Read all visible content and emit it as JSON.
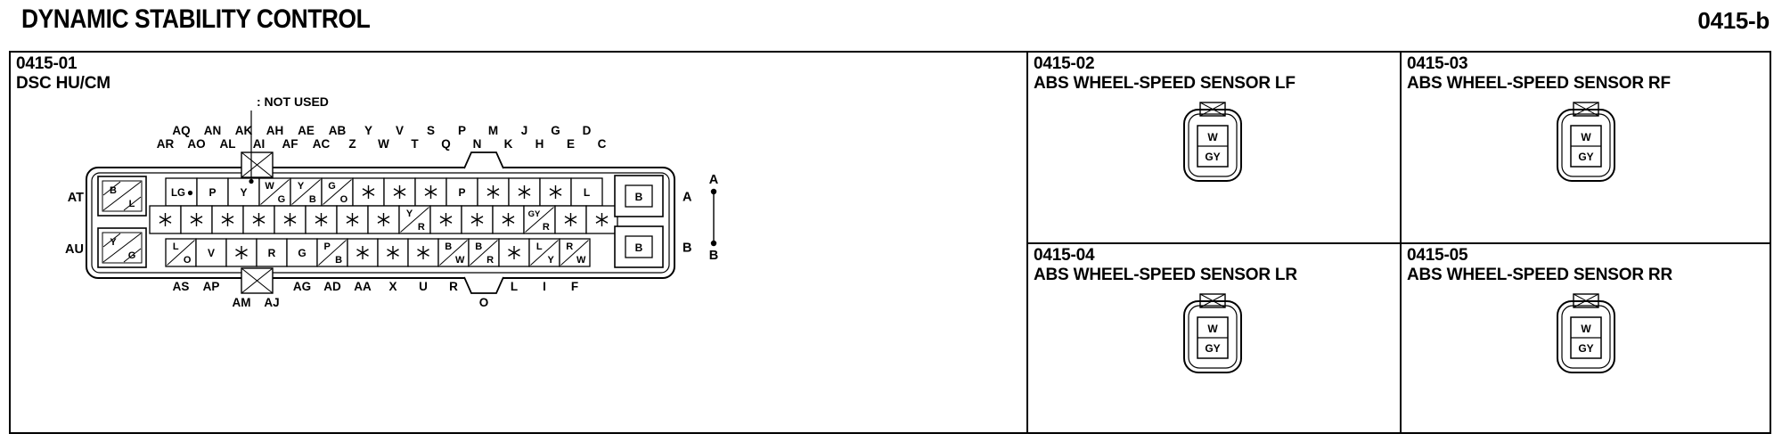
{
  "page": {
    "title": "DYNAMIC STABILITY CONTROL",
    "code": "0415-b"
  },
  "ink_color": "#000000",
  "paper_color": "#ffffff",
  "panels": {
    "dsc": {
      "code": "0415-01",
      "name": "DSC HU/CM"
    },
    "sensors": [
      {
        "code": "0415-02",
        "name": "ABS WHEEL-SPEED SENSOR LF",
        "pins": [
          "W",
          "GY"
        ]
      },
      {
        "code": "0415-03",
        "name": "ABS WHEEL-SPEED SENSOR RF",
        "pins": [
          "W",
          "GY"
        ]
      },
      {
        "code": "0415-04",
        "name": "ABS WHEEL-SPEED SENSOR LR",
        "pins": [
          "W",
          "GY"
        ]
      },
      {
        "code": "0415-05",
        "name": "ABS WHEEL-SPEED SENSOR RR",
        "pins": [
          "W",
          "GY"
        ]
      }
    ]
  },
  "connector": {
    "legend": ": NOT USED",
    "top_labels": [
      "AR",
      "AQ",
      "AO",
      "AN",
      "AL",
      "AK",
      "AI",
      "AH",
      "AF",
      "AE",
      "AC",
      "AB",
      "Z",
      "Y",
      "W",
      "V",
      "T",
      "S",
      "Q",
      "P",
      "N",
      "M",
      "K",
      "J",
      "H",
      "G",
      "E",
      "D",
      "C"
    ],
    "bottom_labels": [
      {
        "t": "AS"
      },
      {
        "t": "AP"
      },
      {
        "t": "AM",
        "low": true
      },
      {
        "t": "AJ",
        "low": true
      },
      {
        "t": "AG"
      },
      {
        "t": "AD"
      },
      {
        "t": "AA"
      },
      {
        "t": "X"
      },
      {
        "t": "U"
      },
      {
        "t": "R"
      },
      {
        "t": "O",
        "low": true
      },
      {
        "t": "L"
      },
      {
        "t": "I"
      },
      {
        "t": "F"
      }
    ],
    "rows": [
      [
        "LG•",
        "P",
        "Y",
        "W/G",
        "Y/B",
        "G/O",
        "*",
        "*",
        "*",
        "P",
        "*",
        "*",
        "*",
        "L"
      ],
      [
        "*",
        "*",
        "*",
        "*",
        "*",
        "*",
        "*",
        "*",
        "Y/R",
        "*",
        "*",
        "*",
        "GY/R",
        "*",
        "*"
      ],
      [
        "L/O",
        "V",
        "*",
        "R",
        "G",
        "P/B",
        "*",
        "*",
        "*",
        "B/W",
        "B/R",
        "*",
        "L/Y",
        "R/W"
      ]
    ],
    "left_cells": [
      {
        "label": "AT",
        "a": "B",
        "b": "L"
      },
      {
        "label": "AU",
        "a": "Y",
        "b": "G"
      }
    ],
    "right_cells": [
      {
        "pin": "B",
        "label": "A"
      },
      {
        "pin": "B",
        "label": "B"
      }
    ],
    "orientation": {
      "top": "A",
      "bottom": "B"
    }
  }
}
